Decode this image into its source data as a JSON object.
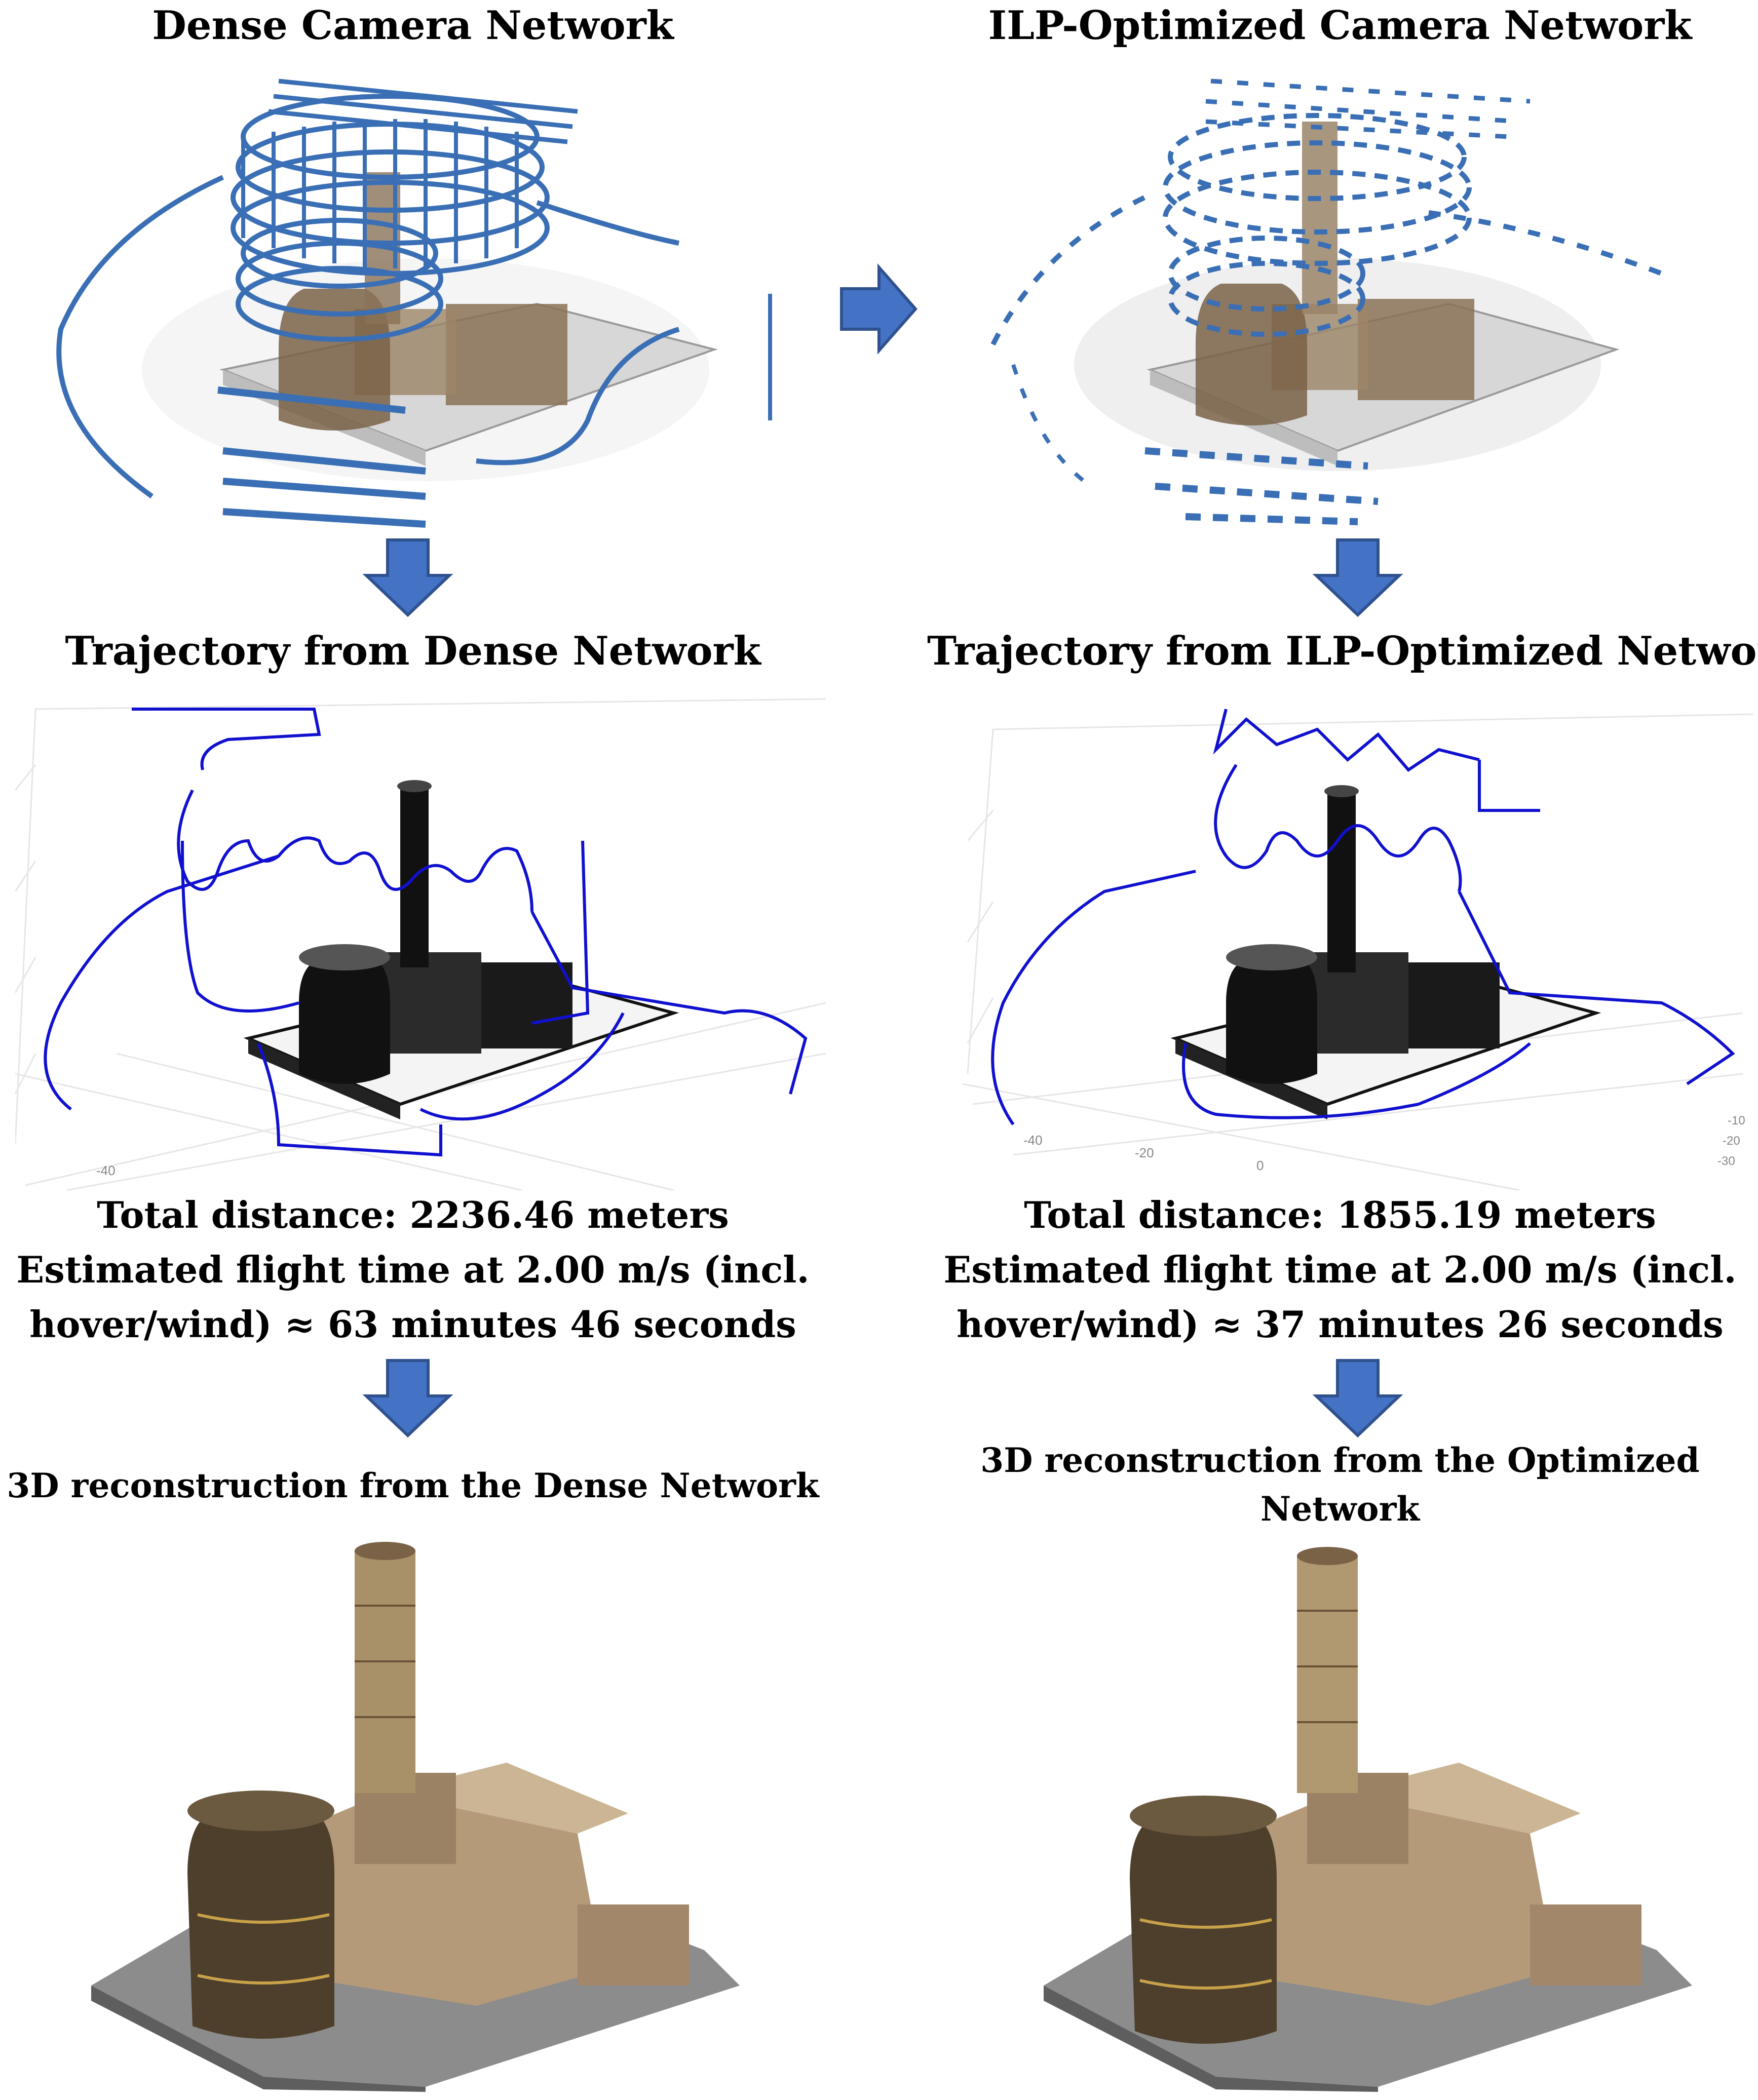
{
  "left": {
    "network_title": "Dense Camera Network",
    "trajectory_title": "Trajectory from Dense Network",
    "distance_text": "Total distance: 2236.46 meters",
    "flight_line1": "Estimated flight time at 2.00 m/s (incl.",
    "flight_line2": "hover/wind) ≈ 63 minutes 46 seconds",
    "reconstruction_title": "3D reconstruction from the Dense Network",
    "axis_ticks": [
      "-40"
    ]
  },
  "right": {
    "network_title": "ILP-Optimized Camera Network",
    "trajectory_title": "Trajectory from ILP-Optimized Network",
    "distance_text": "Total distance: 1855.19 meters",
    "flight_line1": "Estimated flight time at 2.00 m/s (incl.",
    "flight_line2": "hover/wind) ≈ 37 minutes 26 seconds",
    "reconstruction_title_line1": "3D reconstruction from the Optimized",
    "reconstruction_title_line2": "Network",
    "axis_ticks": [
      "-40",
      "-20",
      "0",
      "-10",
      "-20",
      "-30"
    ]
  },
  "colors": {
    "arrow_fill": "#4472C4",
    "arrow_stroke": "#2F528F",
    "camera_blue": "#3a6fb5",
    "trajectory_blue": "#1010d0",
    "point_cloud_brown": "#8a7256"
  },
  "icons": [
    "arrow-right-icon",
    "arrow-down-icon"
  ]
}
